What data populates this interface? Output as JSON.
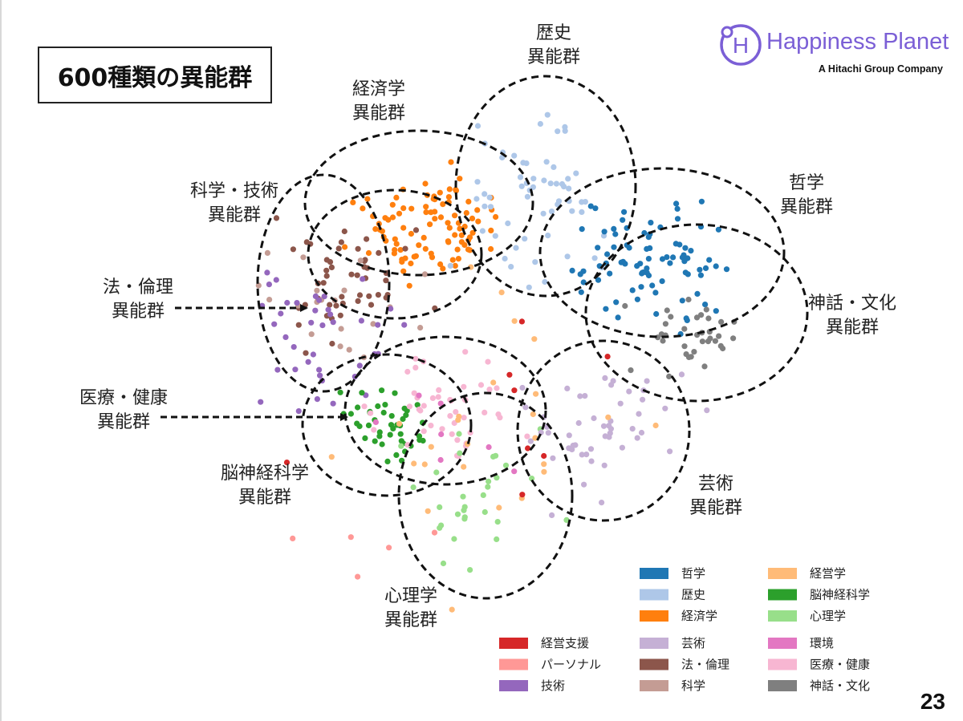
{
  "title": "600種類の異能群",
  "logo": {
    "name": "Happiness Planet",
    "tagline": "A Hitachi Group Company",
    "mark": "H",
    "color": "#7b5fd6"
  },
  "page_number": "23",
  "chart_data": {
    "type": "scatter",
    "title": "600種類の異能群",
    "clusters": [
      {
        "name": "歴史",
        "label": [
          "歴史",
          "異能群"
        ]
      },
      {
        "name": "経済学",
        "label": [
          "経済学",
          "異能群"
        ]
      },
      {
        "name": "哲学",
        "label": [
          "哲学",
          "異能群"
        ]
      },
      {
        "name": "科学・技術",
        "label": [
          "科学・技術",
          "異能群"
        ]
      },
      {
        "name": "神話・文化",
        "label": [
          "神話・文化",
          "異能群"
        ]
      },
      {
        "name": "法・倫理",
        "label": [
          "法・倫理",
          "異能群"
        ]
      },
      {
        "name": "医療・健康",
        "label": [
          "医療・健康",
          "異能群"
        ]
      },
      {
        "name": "脳神経科学",
        "label": [
          "脳神経科学",
          "異能群"
        ]
      },
      {
        "name": "芸術",
        "label": [
          "芸術",
          "異能群"
        ]
      },
      {
        "name": "心理学",
        "label": [
          "心理学",
          "異能群"
        ]
      }
    ],
    "legend": [
      {
        "name": "哲学",
        "color": "#1f77b4"
      },
      {
        "name": "歴史",
        "color": "#aec7e8"
      },
      {
        "name": "経済学",
        "color": "#ff7f0e"
      },
      {
        "name": "経営学",
        "color": "#ffbb78"
      },
      {
        "name": "脳神経科学",
        "color": "#2ca02c"
      },
      {
        "name": "心理学",
        "color": "#98df8a"
      },
      {
        "name": "経営支援",
        "color": "#d62728"
      },
      {
        "name": "パーソナル",
        "color": "#ff9896"
      },
      {
        "name": "技術",
        "color": "#9467bd"
      },
      {
        "name": "芸術",
        "color": "#c5b0d5"
      },
      {
        "name": "法・倫理",
        "color": "#8c564b"
      },
      {
        "name": "科学",
        "color": "#c49c94"
      },
      {
        "name": "環境",
        "color": "#e377c2"
      },
      {
        "name": "医療・健康",
        "color": "#f7b6d2"
      },
      {
        "name": "神話・文化",
        "color": "#7f7f7f"
      }
    ],
    "legend_placement": "bottom-right",
    "axes": "none",
    "grid": false,
    "point_count": 600
  }
}
